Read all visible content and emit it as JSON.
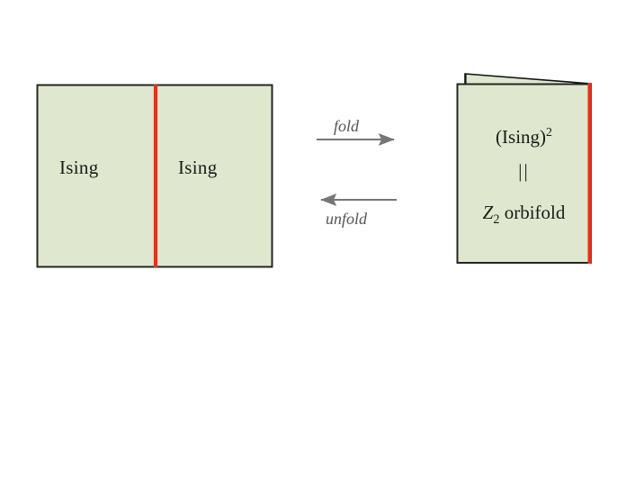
{
  "figure": {
    "title": "fold / unfold duality diagram",
    "colors": {
      "panel_fill": "#dfe8ce",
      "panel_stroke": "#262626",
      "red_edge": "#e8301c",
      "arrow": "#767676",
      "label_text": "#1a1a1a",
      "arrow_label_text": "#555555",
      "background": "#ffffff"
    },
    "left_diagram": {
      "name": "unfolded-strip",
      "left_half_label": "Ising",
      "right_half_label": "Ising",
      "divider": {
        "name": "red-interface-line",
        "orientation": "vertical",
        "color": "#e8301c"
      }
    },
    "arrows": [
      {
        "name": "fold-arrow",
        "label": "fold",
        "direction": "right"
      },
      {
        "name": "unfold-arrow",
        "label": "unfold",
        "direction": "left"
      }
    ],
    "right_diagram": {
      "name": "folded-booklet",
      "lines": [
        {
          "base": "(Ising)",
          "sup": "2",
          "sub": ""
        },
        {
          "base": "||",
          "sup": "",
          "sub": ""
        },
        {
          "base_italic": "Z",
          "sub": "2",
          "tail": " orbifold"
        }
      ],
      "line1_base": "(Ising)",
      "line1_sup": "2",
      "line2": "||",
      "line3_symbol": "Z",
      "line3_sub": "2",
      "line3_tail": " orbifold",
      "red_edge": {
        "name": "red-fold-edge",
        "orientation": "vertical-right",
        "color": "#e8301c"
      }
    }
  }
}
